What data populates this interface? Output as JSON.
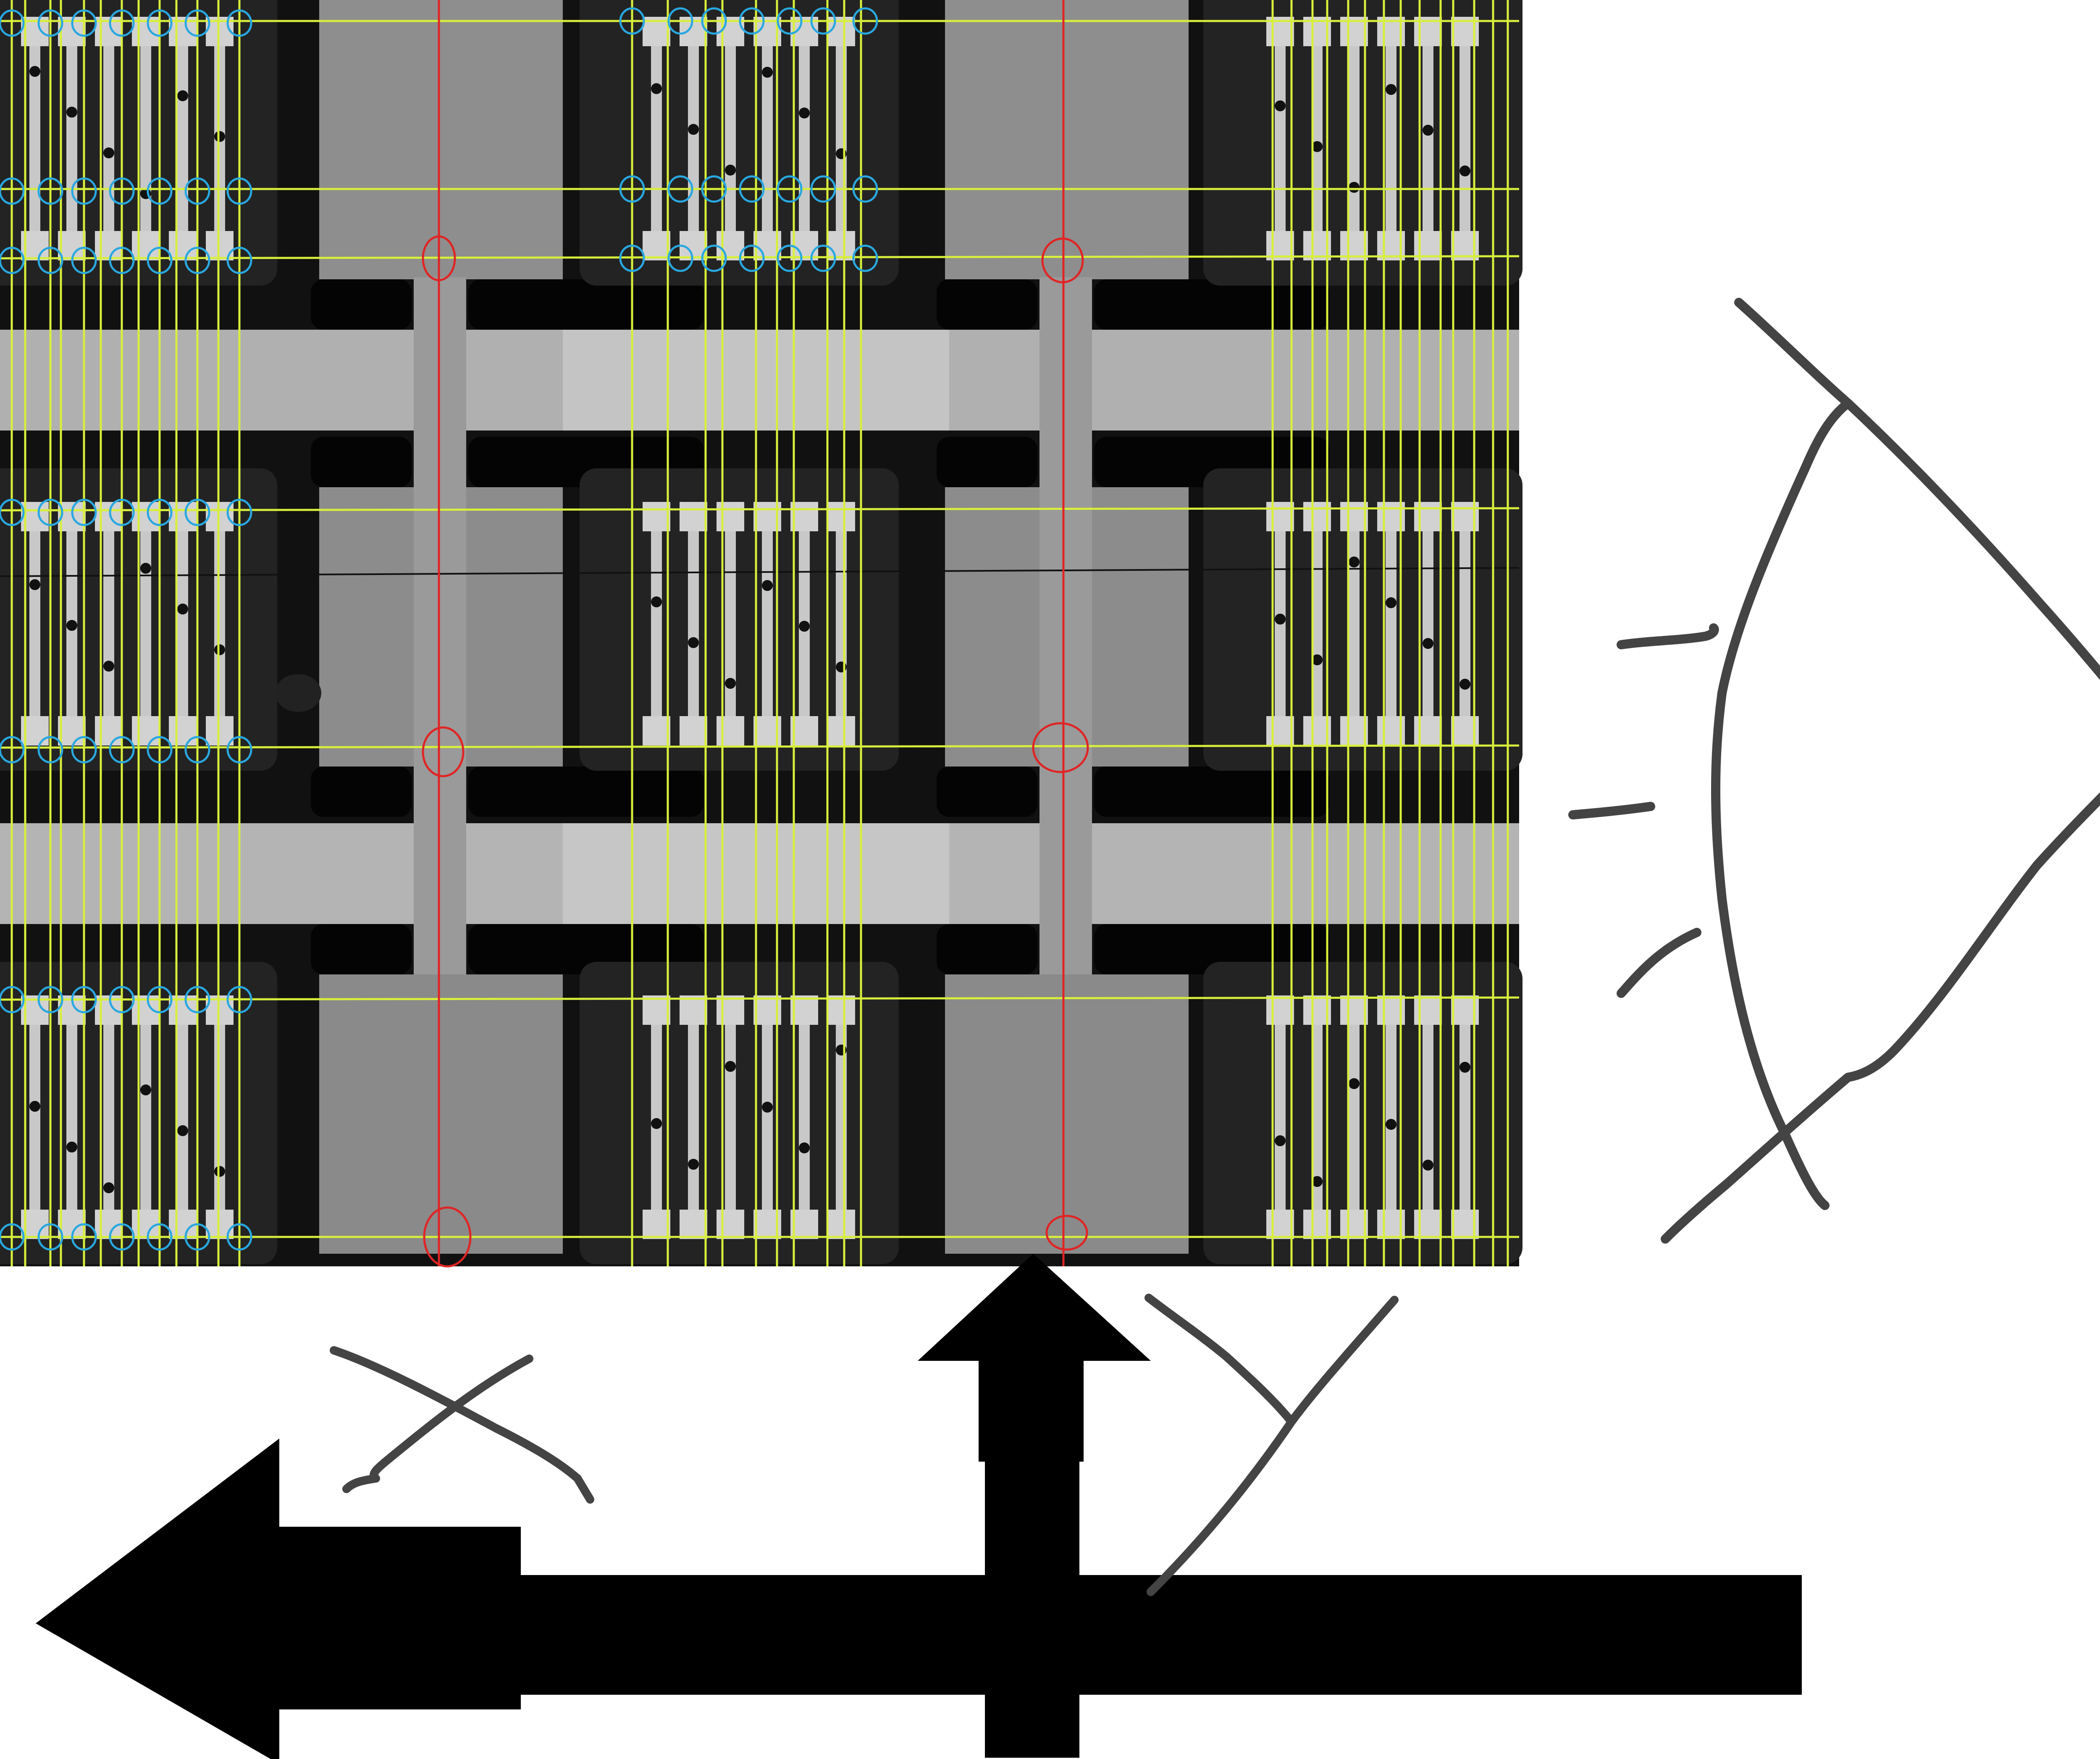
{
  "figure": {
    "photo": {
      "description_name": "microscope-photo",
      "colors": {
        "frame": "#111111",
        "panel": "#7a7a7a",
        "chamber": "#202020",
        "corridor": "#b4b4b4",
        "slot": "#050505",
        "strip": "#cfcfcf",
        "fly": "#1a1a1a"
      },
      "grid_rows": 3,
      "grid_cols": 3
    },
    "overlay": {
      "yellow_line_color": "#d8ef3a",
      "red_line_color": "#e02424",
      "blue_marker_color": "#29a8e0"
    },
    "sketch": {
      "stroke_color": "#444444",
      "arrow_color": "#000000",
      "annotations": {
        "x_label": "X",
        "y_label": "Y"
      }
    }
  }
}
